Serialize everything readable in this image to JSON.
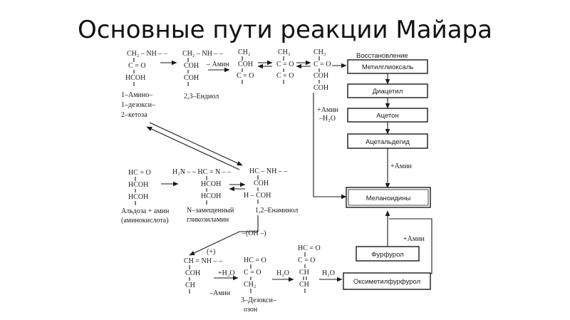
{
  "title": "Основные пути реакции Майара",
  "chain1": {
    "c1": [
      "CH₂ – NH – –",
      "C = O",
      "HCOH"
    ],
    "c1_name": [
      "1–Амино–",
      "1–дезокси–",
      "2–кетоза"
    ],
    "c2": [
      "CH₂ – NH – –",
      "COH",
      "COH"
    ],
    "c2_name": "2,3–Ендиол",
    "minus_amine": "– Амин",
    "c3": [
      "CH₂",
      "COH",
      "C = O"
    ],
    "c4": [
      "CH₃",
      "C = O",
      "C = O"
    ],
    "c5": [
      "CH₃",
      "C = O",
      "COH",
      "COH"
    ],
    "plus_amine_h2o": [
      "+Амин",
      "–H₂O"
    ]
  },
  "boxes": {
    "header": "Восстановление",
    "methylglyoxal": "Метилглиоксаль",
    "diacetyl": "Диацетил",
    "acetone": "Ацетон",
    "acetaldehyde": "Ацетальдегид",
    "plus_amine": "+Амин",
    "melanoidins": "Меланоидины",
    "furfural": "Фурфурол",
    "hmf": "Оксиметилфурфурол",
    "plus_amine2": "+Амин"
  },
  "chain2": {
    "aldose": [
      "HC = O",
      "HCOH",
      "HCOH"
    ],
    "aldose_name": [
      "Альдоза + амин",
      "(аминокислота)"
    ],
    "glyco": [
      "H₂N – – HC = N – –",
      "HCOH",
      "HCOH"
    ],
    "glyco_name": [
      "N–замещенный",
      "гликозиламин"
    ],
    "enam": [
      "HC – NH – –",
      "COH",
      "H – COH"
    ],
    "enam_name": "1,2–Енаминол",
    "oh": "–(OH –)"
  },
  "chain3": {
    "c1": [
      "(+)",
      "CH = NH – –",
      "COH",
      "CH"
    ],
    "h2o_amine": [
      "+H₂O",
      "–Амин"
    ],
    "c2": [
      "HC = O",
      "C = O",
      "CH₂"
    ],
    "c2_name": [
      "3–Дезокси–",
      "озон"
    ],
    "h2o1": "H₂O",
    "c3": [
      "HC = O",
      "C = O",
      "CH",
      "CH"
    ],
    "h2o2": "H₂O"
  }
}
